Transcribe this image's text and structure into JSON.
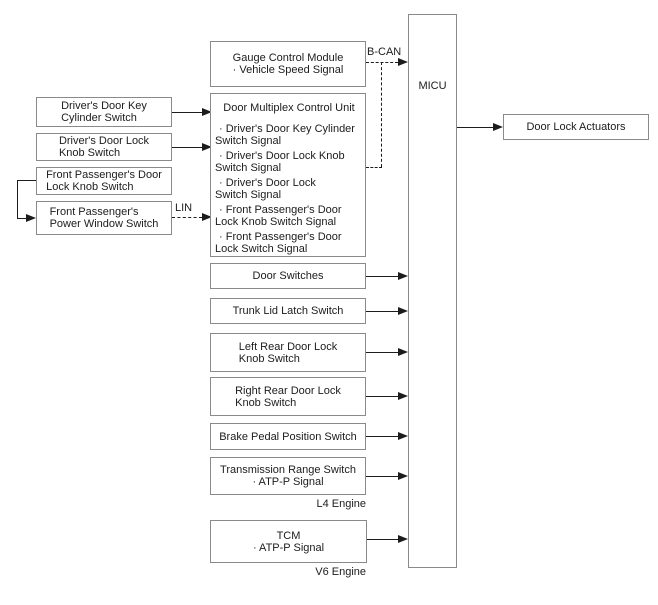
{
  "boxes": {
    "gauge_control_module": {
      "title": "Gauge Control Module",
      "signal": "· Vehicle Speed Signal"
    },
    "drivers_door_key_cylinder_switch": {
      "label": "Driver's Door Key\nCylinder Switch"
    },
    "drivers_door_lock_knob_switch": {
      "label": "Driver's Door Lock\nKnob Switch"
    },
    "front_passengers_door_lock_knob_switch": {
      "label": "Front Passenger's Door\nLock Knob Switch"
    },
    "front_passengers_power_window_switch": {
      "label": "Front Passenger's\nPower Window Switch"
    },
    "door_multiplex_control_unit": {
      "title": "Door Multiplex Control Unit",
      "signals": [
        "· Driver's Door Key Cylinder\nSwitch Signal",
        "· Driver's Door Lock Knob\nSwitch Signal",
        "· Driver's Door Lock\nSwitch Signal",
        "· Front Passenger's Door\nLock Knob Switch Signal",
        "· Front Passenger's Door\nLock Switch Signal"
      ]
    },
    "door_switches": {
      "label": "Door Switches"
    },
    "trunk_lid_latch_switch": {
      "label": "Trunk Lid Latch Switch"
    },
    "left_rear_door_lock_knob_switch": {
      "label": "Left Rear Door Lock\nKnob Switch"
    },
    "right_rear_door_lock_knob_switch": {
      "label": "Right Rear Door Lock\nKnob Switch"
    },
    "brake_pedal_position_switch": {
      "label": "Brake Pedal Position Switch"
    },
    "transmission_range_switch": {
      "title": "Transmission Range Switch",
      "signal": "· ATP-P Signal"
    },
    "tcm": {
      "title": "TCM",
      "signal": "· ATP-P Signal"
    },
    "micu": {
      "label": "MICU"
    },
    "door_lock_actuators": {
      "label": "Door Lock Actuators"
    }
  },
  "bus_labels": {
    "b_can": "B-CAN",
    "lin": "LIN"
  },
  "engine_notes": {
    "l4": "L4 Engine",
    "v6": "V6 Engine"
  },
  "colors": {
    "background": "#ffffff",
    "box_border": "#8a8a8a",
    "line": "#1c1c1c",
    "text": "#1c1c1c"
  }
}
